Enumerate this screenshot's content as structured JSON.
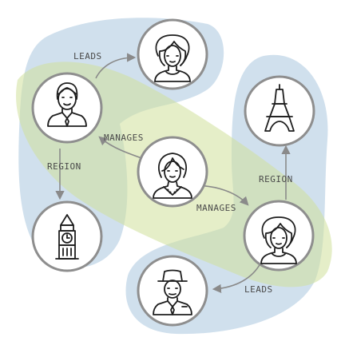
{
  "edges": {
    "leads_top": "LEADS",
    "manages_left": "MANAGES",
    "region_left": "REGION",
    "manages_right": "MANAGES",
    "region_right": "REGION",
    "leads_bottom": "LEADS"
  },
  "colors": {
    "blue_blob": "#aac6df",
    "green_blob": "#cfe09a",
    "ring": "#8e8e8e",
    "arrow": "#8a8a8a"
  },
  "icons": {
    "top": "woman-avatar-icon",
    "left": "businessman-avatar-icon",
    "center": "woman-manager-avatar-icon",
    "bottom_left": "big-ben-icon",
    "right_top": "eiffel-tower-icon",
    "right": "woman-avatar-icon",
    "bottom": "man-with-hat-avatar-icon"
  }
}
